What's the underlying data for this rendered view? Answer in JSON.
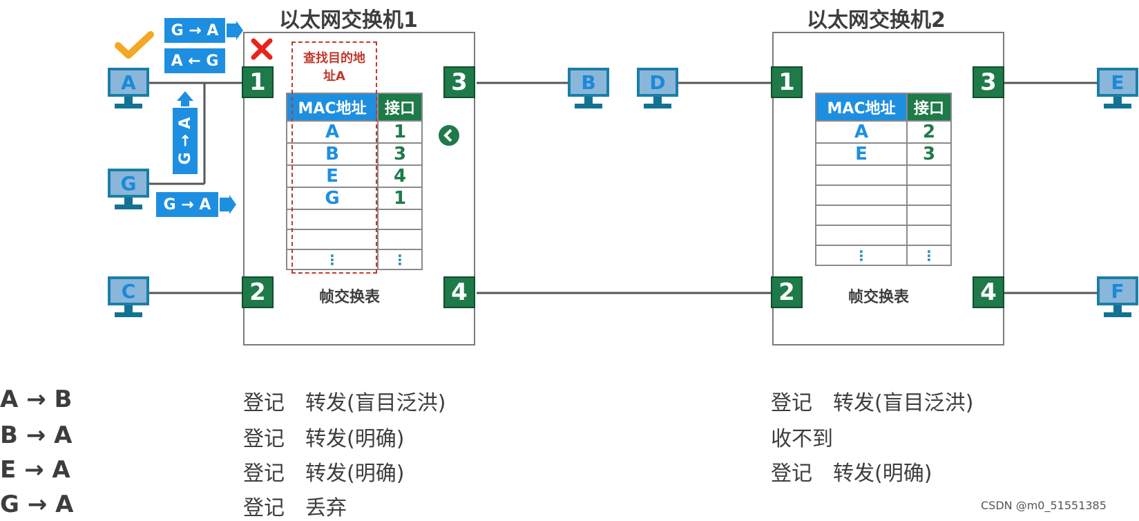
{
  "switch1": {
    "title": "以太网交换机1",
    "ports": [
      "1",
      "2",
      "3",
      "4"
    ],
    "table_caption": "帧交换表",
    "lookup_label": "查找目的地址A",
    "headers": {
      "mac": "MAC地址",
      "port": "接口"
    },
    "rows": [
      {
        "mac": "A",
        "port": "1"
      },
      {
        "mac": "B",
        "port": "3"
      },
      {
        "mac": "E",
        "port": "4"
      },
      {
        "mac": "G",
        "port": "1"
      }
    ],
    "dots": "⋮"
  },
  "switch2": {
    "title": "以太网交换机2",
    "ports": [
      "1",
      "2",
      "3",
      "4"
    ],
    "table_caption": "帧交换表",
    "headers": {
      "mac": "MAC地址",
      "port": "接口"
    },
    "rows": [
      {
        "mac": "A",
        "port": "2"
      },
      {
        "mac": "E",
        "port": "3"
      }
    ],
    "dots": "⋮"
  },
  "hosts": {
    "A": "A",
    "B": "B",
    "C": "C",
    "D": "D",
    "E": "E",
    "F": "F",
    "G": "G"
  },
  "frames": {
    "g_to_a_top": "G → A",
    "a_from_g": "A ← G",
    "g_to_a_vertical": "G → A",
    "g_to_a_bottom": "G → A"
  },
  "icons": {
    "check": "check-icon",
    "cross": "cross-icon",
    "back": "chevron-left-icon"
  },
  "colors": {
    "port_green": "#1e7a48",
    "frame_blue": "#1e8fe0",
    "check_orange": "#f5a623",
    "cross_red": "#e8231b"
  },
  "events": [
    {
      "label": "A → B",
      "sw1": "登记　转发(盲目泛洪)",
      "sw2": "登记　转发(盲目泛洪)"
    },
    {
      "label": "B → A",
      "sw1": "登记　转发(明确)",
      "sw2": "收不到"
    },
    {
      "label": "E → A",
      "sw1": "登记　转发(明确)",
      "sw2": "登记　转发(明确)"
    },
    {
      "label": "G → A",
      "sw1": "登记　丢弃",
      "sw2": ""
    }
  ],
  "watermark": "CSDN @m0_51551385"
}
